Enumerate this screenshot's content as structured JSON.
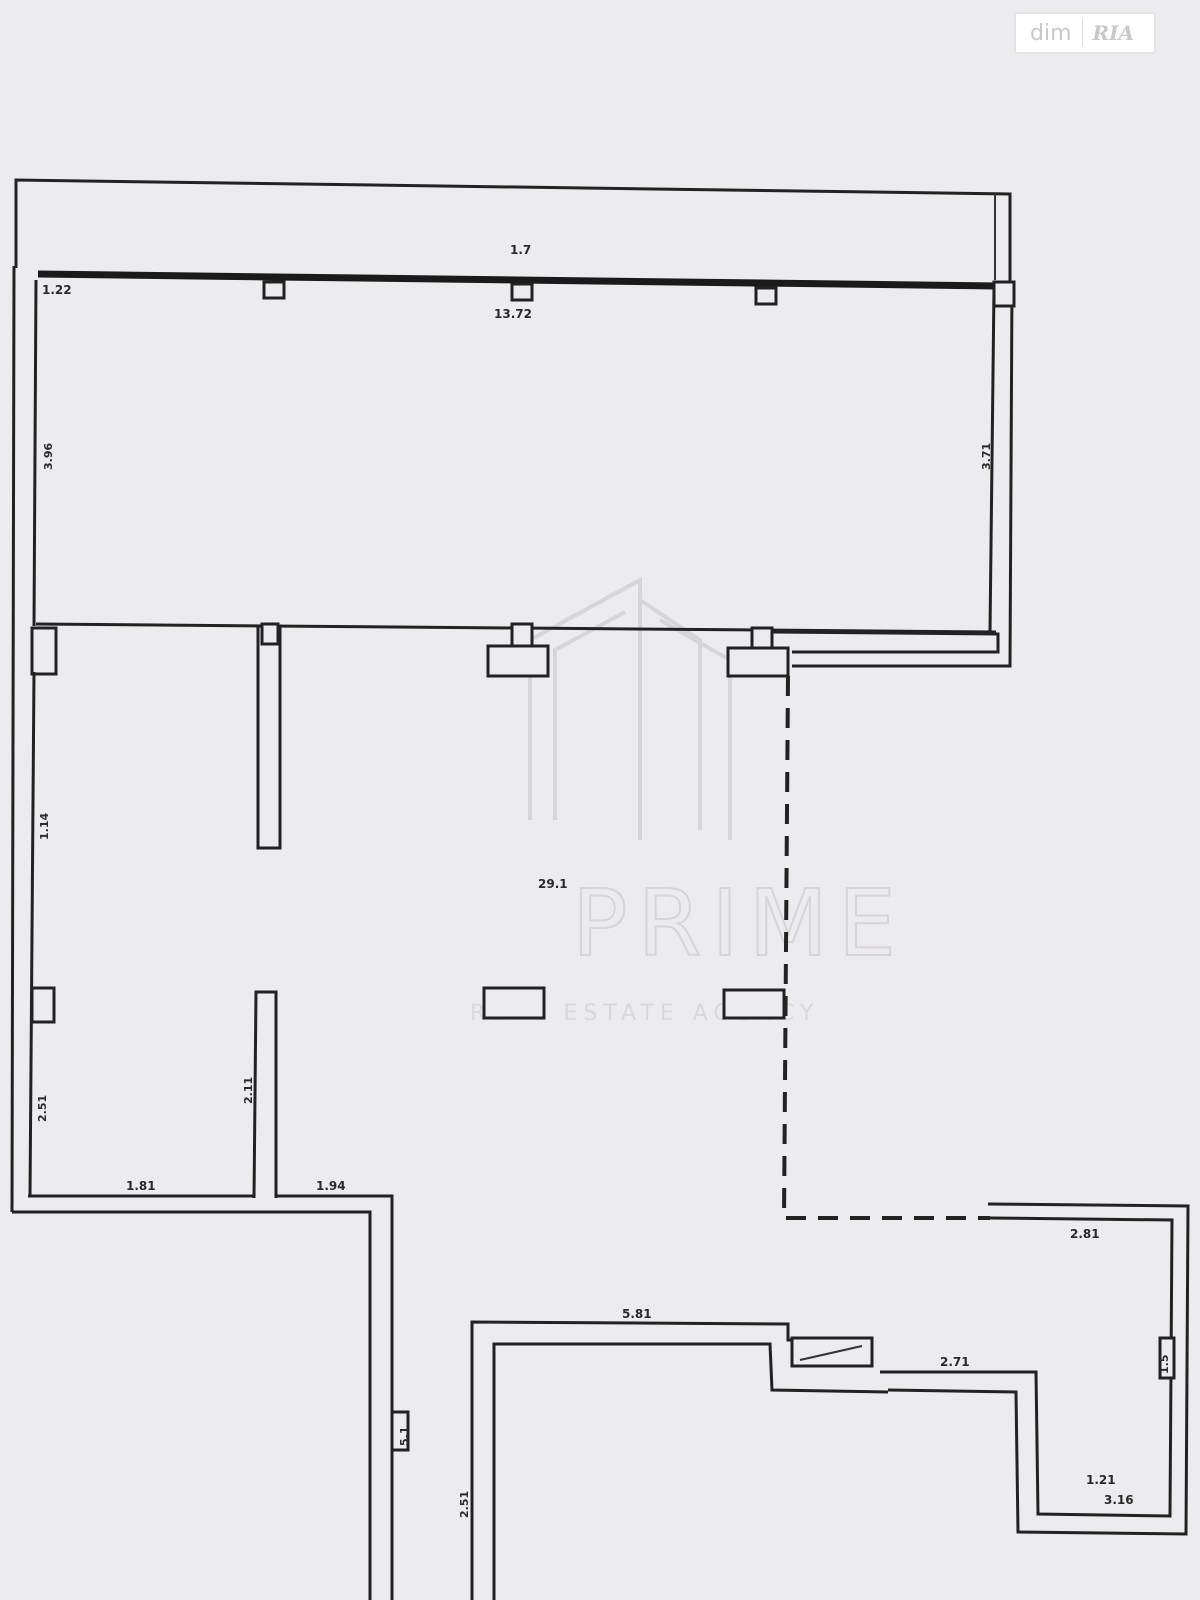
{
  "logo": {
    "part1": "dim",
    "part2": "RIA"
  },
  "watermark": {
    "brand": "PRIME",
    "tagline": "REAL ESTATE AGENCY"
  },
  "labels": {
    "top_strip": "1.7",
    "main_room_top": "13.72",
    "main_room_top_left": "1.22",
    "main_room_left": "3.96",
    "main_room_right": "3.71",
    "hall_center": "29.1",
    "left_room_left": "1.14",
    "small_room_left": "2.51",
    "small_room_right": "2.11",
    "small_room_bottom": "1.81",
    "hall_bottom_left": "1.94",
    "corridor_right": "5.1",
    "right_block_top": "2.81",
    "lower_block_top": "5.81",
    "lower_block_mid": "2.71",
    "right_block_right": "1.5",
    "lower_block_left": "2.51",
    "right_block_bottom": "1.21",
    "right_block_bottom2": "3.16"
  }
}
